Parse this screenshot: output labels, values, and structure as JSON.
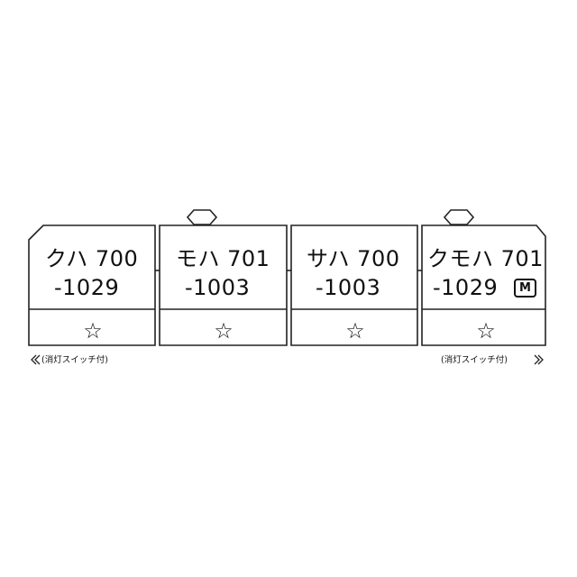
{
  "train": {
    "cars": [
      {
        "name": "クハ 700",
        "number": "-1029",
        "mark": "☆"
      },
      {
        "name": "モハ 701",
        "number": "-1003",
        "mark": "☆"
      },
      {
        "name": "サハ 700",
        "number": "-1003",
        "mark": "☆"
      },
      {
        "name": "クモハ 701",
        "number": "-1029",
        "mark": "☆",
        "motor_badge": "M"
      }
    ],
    "left_note": "(消灯スイッチ付)",
    "right_note": "(消灯スイッチ付)",
    "left_arrow_icon": "cab-direction-icon",
    "right_arrow_icon": "cab-direction-icon",
    "pantograph_icon": "pantograph-icon"
  }
}
